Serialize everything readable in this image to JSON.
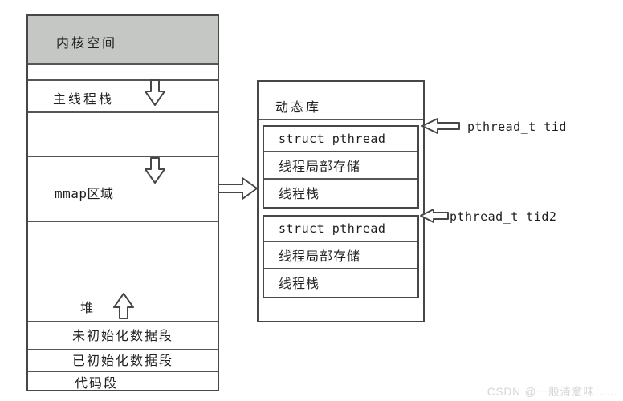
{
  "diagram": {
    "memory_column": {
      "kernel_space": "内核空间",
      "main_thread_stack": "主线程栈",
      "mmap_region": "mmap区域",
      "heap": "堆",
      "uninitialized_data_segment": "未初始化数据段",
      "initialized_data_segment": "已初始化数据段",
      "code_segment": "代码段"
    },
    "dynamic_library": {
      "title": "动态库",
      "thread_blocks": [
        {
          "rows": [
            "struct pthread",
            "线程局部存储",
            "线程栈"
          ]
        },
        {
          "rows": [
            "struct pthread",
            "线程局部存储",
            "线程栈"
          ]
        }
      ]
    },
    "pointer_labels": {
      "tid": "pthread_t tid",
      "tid2": "pthread_t tid2"
    },
    "icons": {
      "stack_growth": "down-arrow",
      "mmap_growth": "down-arrow",
      "heap_growth": "up-arrow",
      "mmap_to_library": "right-arrow",
      "tid_pointer": "left-arrow",
      "tid2_pointer": "left-arrow"
    },
    "colors": {
      "border": "#474747",
      "kernel_fill": "#c5c7c4",
      "watermark": "#d7d4d4",
      "background": "#ffffff"
    }
  },
  "watermark": "CSDN @一般清意味……"
}
